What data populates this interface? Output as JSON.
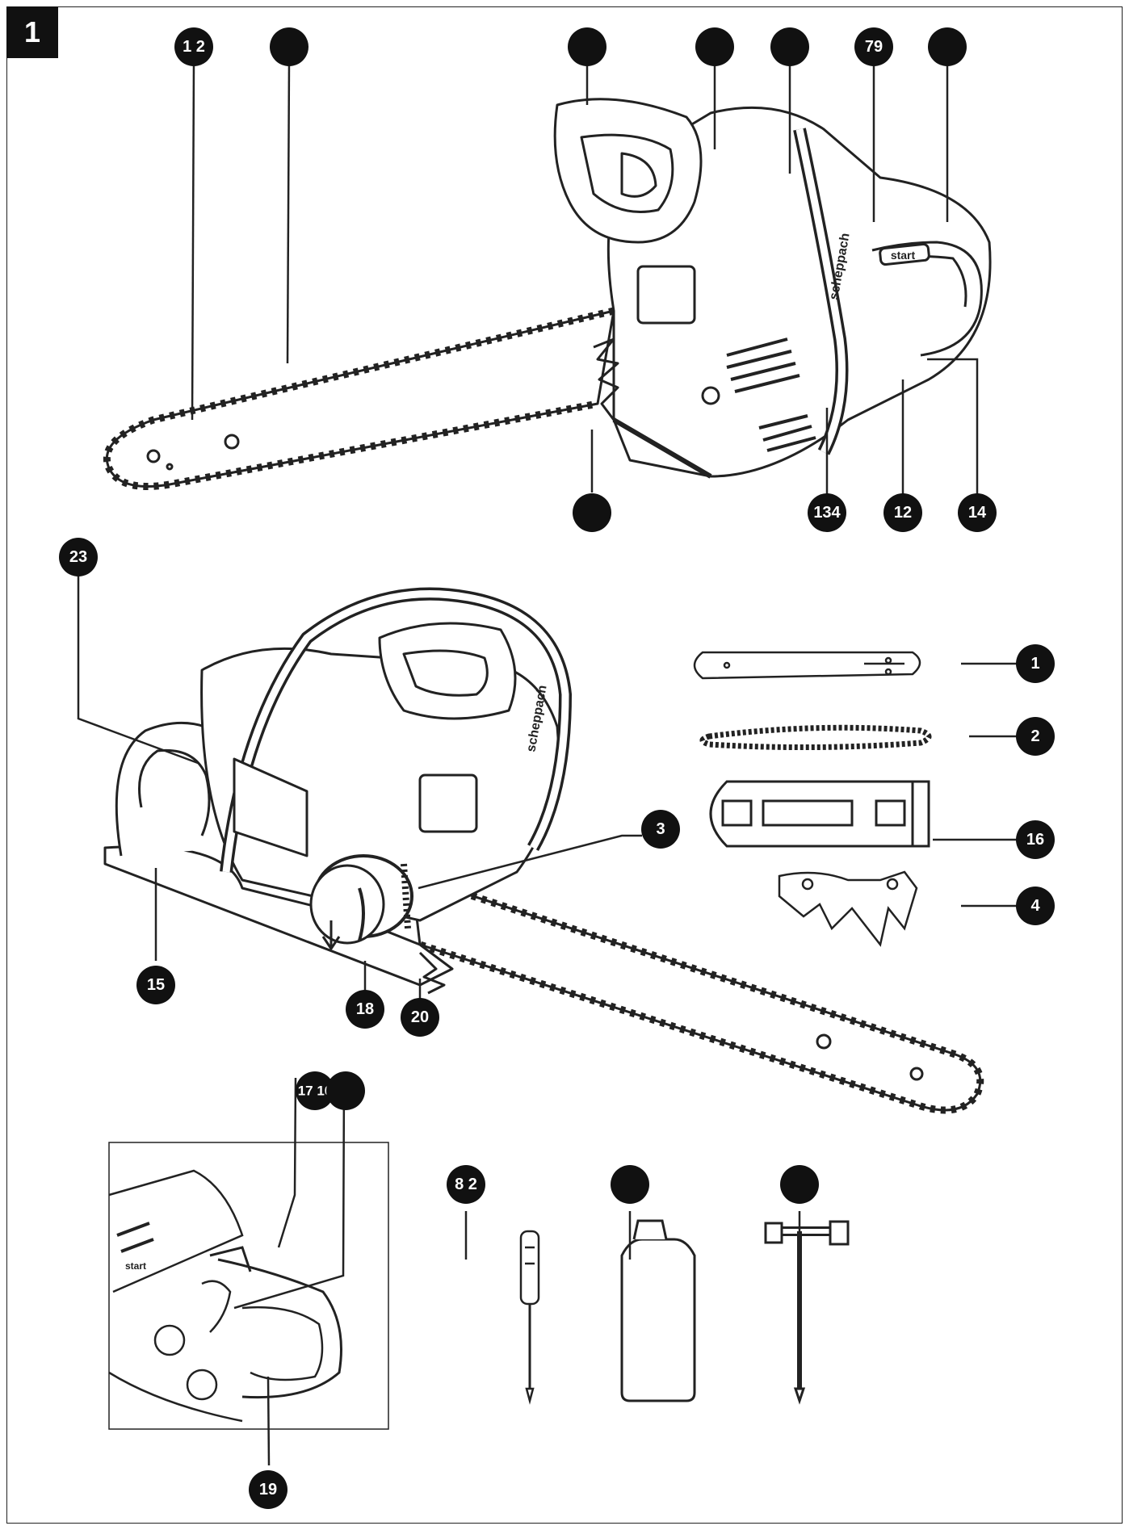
{
  "figure": {
    "number": "1"
  },
  "callouts": [
    {
      "label": "1 2"
    },
    {
      "label": ""
    },
    {
      "label": ""
    },
    {
      "label": ""
    },
    {
      "label": ""
    },
    {
      "label": "79"
    },
    {
      "label": ""
    },
    {
      "label": ""
    },
    {
      "label": "134"
    },
    {
      "label": "12"
    },
    {
      "label": "14"
    },
    {
      "label": "23"
    },
    {
      "label": "1"
    },
    {
      "label": "2"
    },
    {
      "label": "3"
    },
    {
      "label": "16"
    },
    {
      "label": "4"
    },
    {
      "label": "15"
    },
    {
      "label": "18"
    },
    {
      "label": "20"
    },
    {
      "label": "17 10"
    },
    {
      "label": ""
    },
    {
      "label": "8 2"
    },
    {
      "label": ""
    },
    {
      "label": ""
    },
    {
      "label": "19"
    }
  ],
  "saw_branding": {
    "top_handle_text": "start",
    "brand_text": "scheppach"
  },
  "inset_branding": {
    "start_text": "start"
  }
}
